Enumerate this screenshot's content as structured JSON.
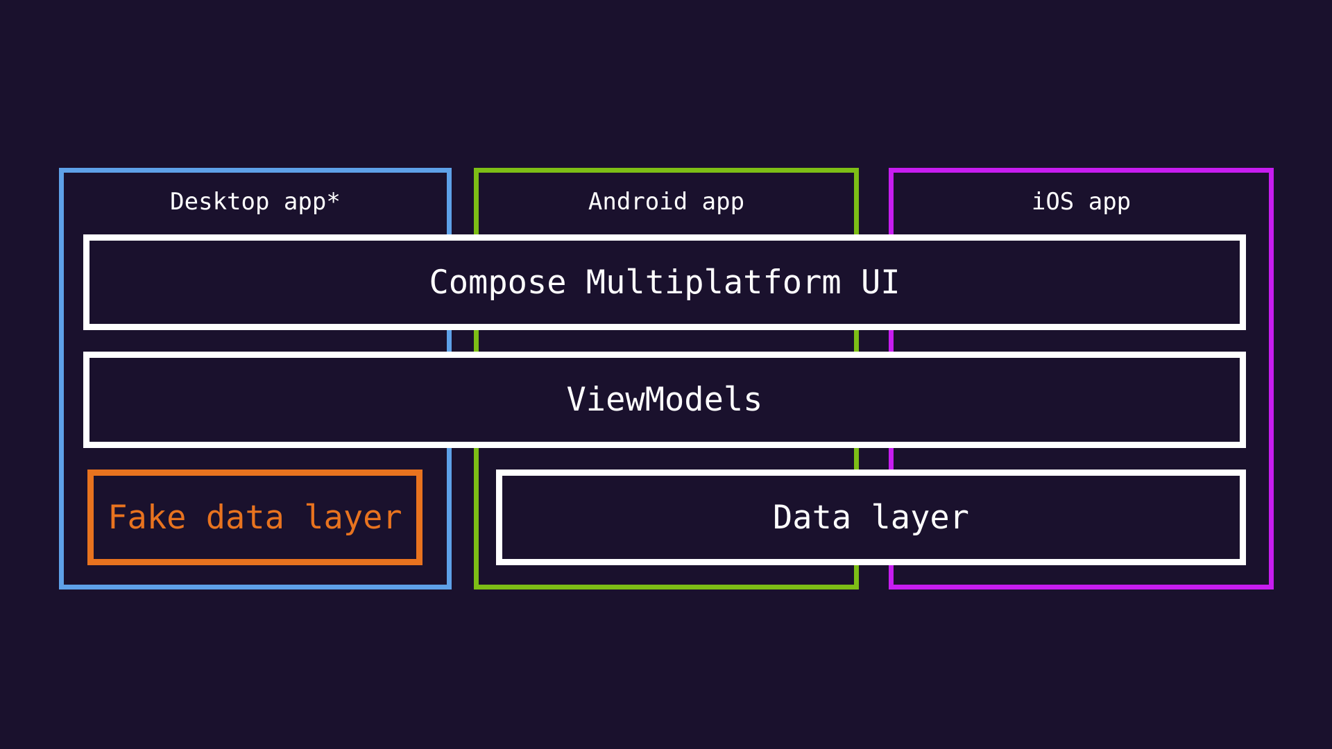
{
  "colors": {
    "background": "#1A112D",
    "layer_fill": "#1A112D",
    "layer_border": "#FFFFFF",
    "layer_text": "#FFFFFF",
    "desktop_border": "#5EA1E8",
    "android_border": "#7DBE16",
    "ios_border": "#C71DF0",
    "fake_data_border": "#E8731F",
    "fake_data_text": "#E8731F"
  },
  "platforms": [
    {
      "id": "desktop",
      "title": "Desktop app*"
    },
    {
      "id": "android",
      "title": "Android app"
    },
    {
      "id": "ios",
      "title": "iOS app"
    }
  ],
  "layers": {
    "compose_ui": "Compose Multiplatform UI",
    "viewmodels": "ViewModels",
    "fake_data": "Fake data layer",
    "data": "Data layer"
  }
}
